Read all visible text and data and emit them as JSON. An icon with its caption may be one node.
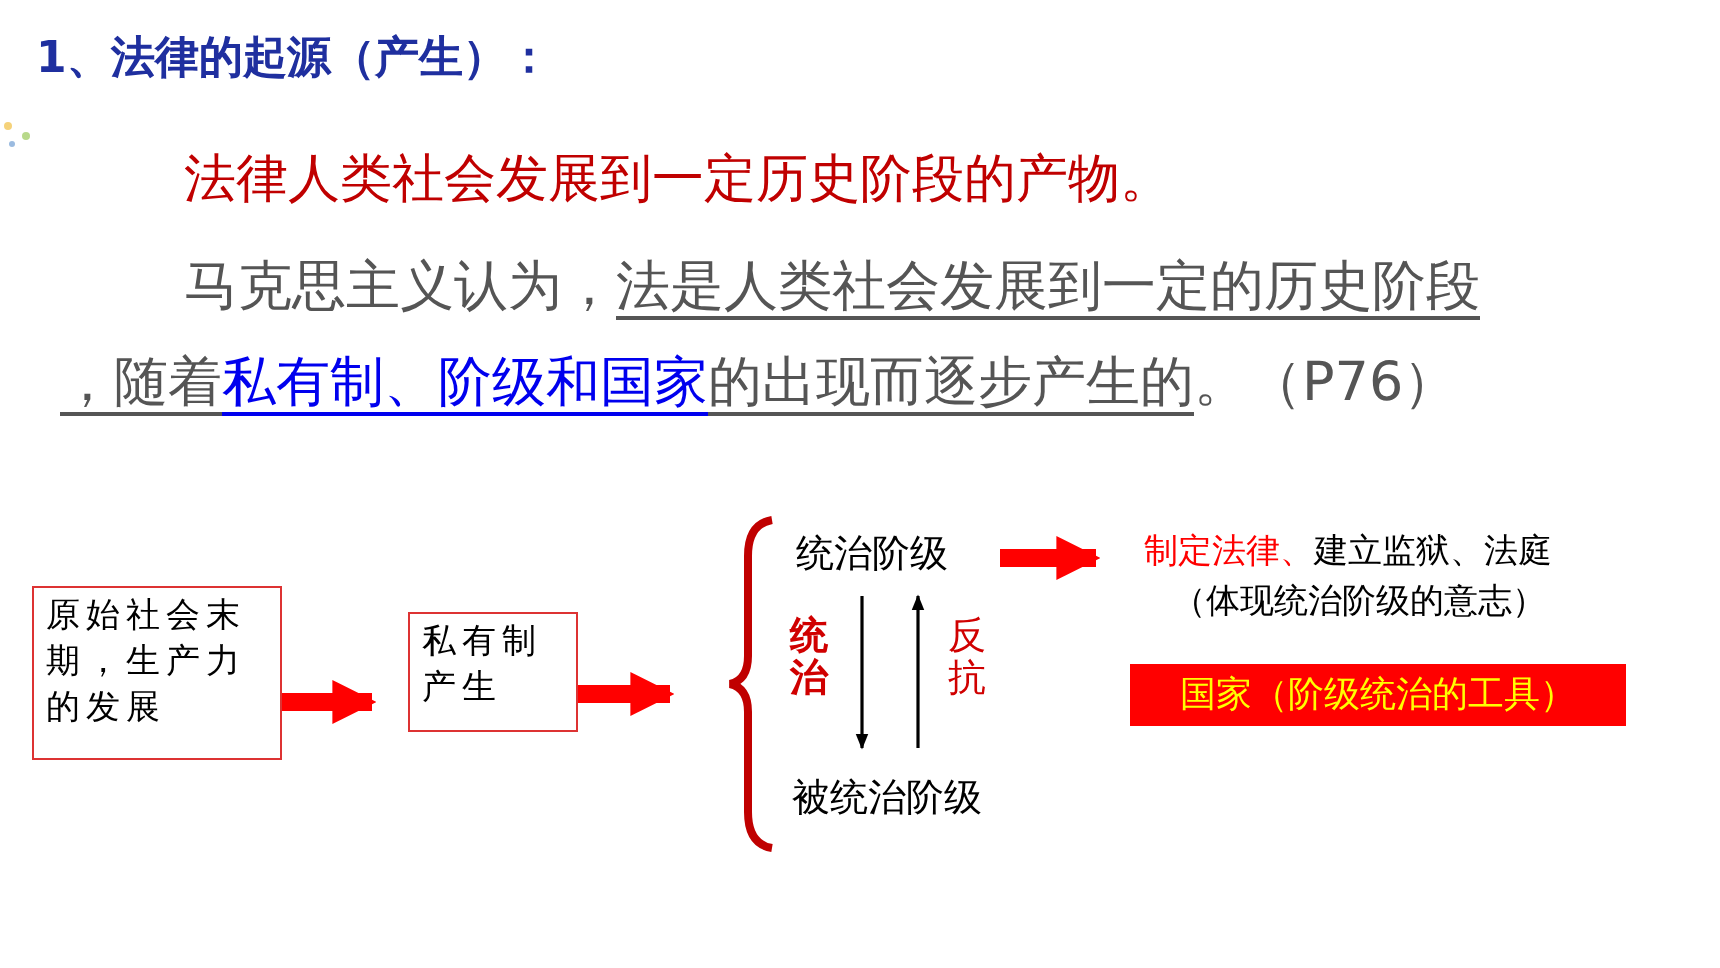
{
  "diagram": {
    "title": "1、法律的起源（产生）：",
    "nodes": [
      {
        "text": [
          "原始社会末期，生产力的发展"
        ]
      },
      {
        "text": [
          "私有制产生"
        ]
      },
      {
        "text": [],
        "shape": "brace"
      },
      {
        "text": [
          "统治阶级"
        ]
      },
      {
        "text": [
          "被统治阶级"
        ]
      },
      {
        "text": [
          "制定法律、",
          "建立监狱、法庭",
          "（体现统治阶级的意志）"
        ]
      },
      {
        "text": [
          "国家（阶级统治的工具）"
        ]
      }
    ],
    "edges": [
      {
        "from": 0,
        "to": 1,
        "arrow": "to"
      },
      {
        "from": 1,
        "to": 2,
        "arrow": "to"
      },
      {
        "from": 3,
        "to": 5,
        "arrow": "to"
      },
      {
        "from": 3,
        "to": 4,
        "arrow": "to",
        "label": "统治",
        "color": "#000000"
      },
      {
        "from": 4,
        "to": 3,
        "arrow": "to",
        "label": "反抗",
        "color": "#000000"
      }
    ],
    "labels": [
      "法律人类社会发展到一定历史阶段的产物。",
      "马克思主义认为，",
      "法是人类社会发展到一定的历史阶段，随着",
      "私有制、阶级和国家",
      "的出现而逐步产生的",
      "。（P76）"
    ]
  }
}
